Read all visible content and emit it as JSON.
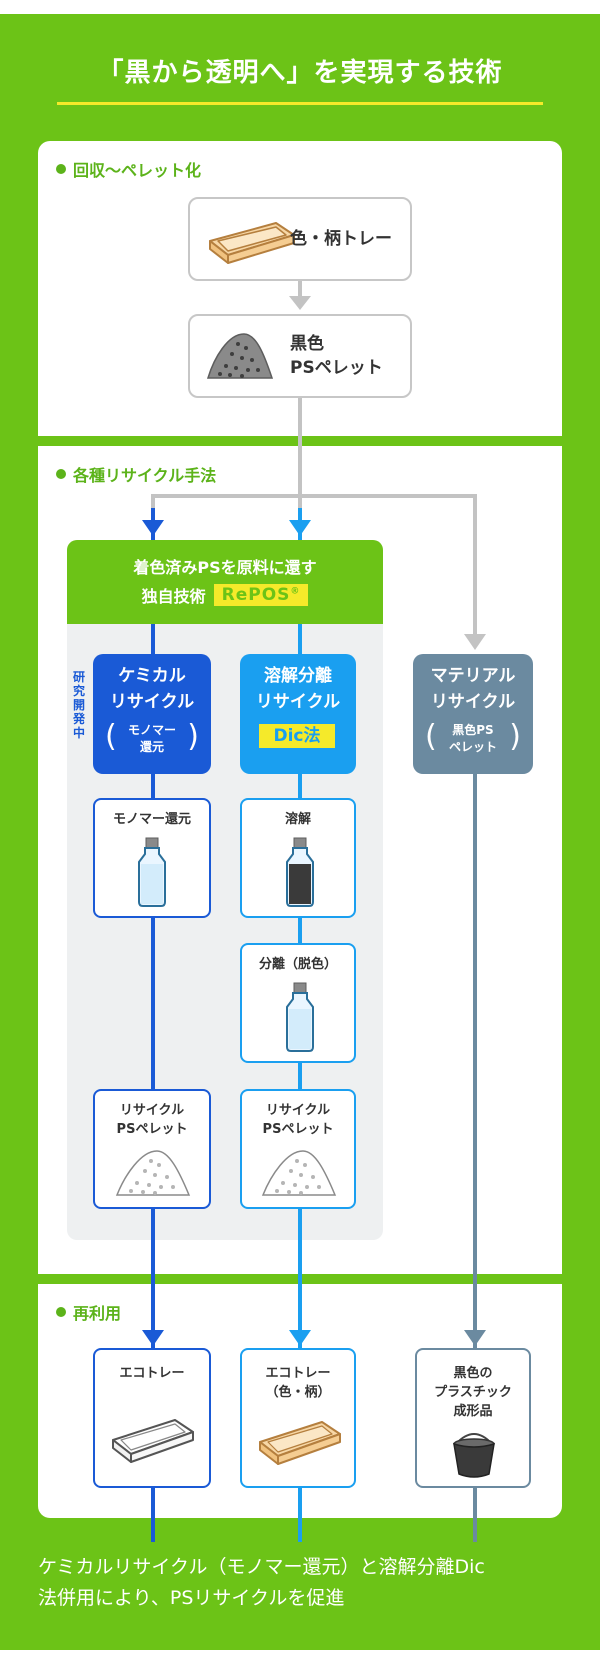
{
  "title": "「黒から透明へ」を実現する技術",
  "sections": {
    "collection": "回収〜ペレット化",
    "recycling_methods": "各種リサイクル手法",
    "reuse": "再利用"
  },
  "collection_flow": {
    "tray": "色・柄トレー",
    "pellet_line1": "黒色",
    "pellet_line2": "PSペレット"
  },
  "repos": {
    "line1": "着色済みPSを原料に還す",
    "line2": "独自技術",
    "badge": "RePOS",
    "badge_mark": "®"
  },
  "research_label": "研究開発中",
  "methods": {
    "chemical": {
      "line1": "ケミカル",
      "line2": "リサイクル",
      "sub1": "モノマー",
      "sub2": "還元"
    },
    "dissolution": {
      "line1": "溶解分離",
      "line2": "リサイクル",
      "badge": "Dic法"
    },
    "material": {
      "line1": "マテリアル",
      "line2": "リサイクル",
      "sub1": "黒色PS",
      "sub2": "ペレット"
    }
  },
  "steps": {
    "monomer": "モノマー還元",
    "dissolve": "溶解",
    "separate": "分離（脱色）",
    "chem_pellet1": "リサイクル",
    "chem_pellet2": "PSペレット",
    "dis_pellet1": "リサイクル",
    "dis_pellet2": "PSペレット"
  },
  "products": {
    "eco_tray": "エコトレー",
    "eco_tray_color1": "エコトレー",
    "eco_tray_color2": "（色・柄）",
    "black_product1": "黒色の",
    "black_product2": "プラスチック",
    "black_product3": "成形品"
  },
  "bottom_text_line1": "ケミカルリサイクル（モノマー還元）と溶解分離Dic",
  "bottom_text_line2": "法併用により、PSリサイクルを促進",
  "colors": {
    "green": "#6cc317",
    "yellow": "#f5ea2a",
    "chem_blue": "#1a5ad6",
    "dic_blue": "#1a9ff0",
    "material_gray": "#6b8aa0",
    "gray_line": "#c3c3c3"
  }
}
